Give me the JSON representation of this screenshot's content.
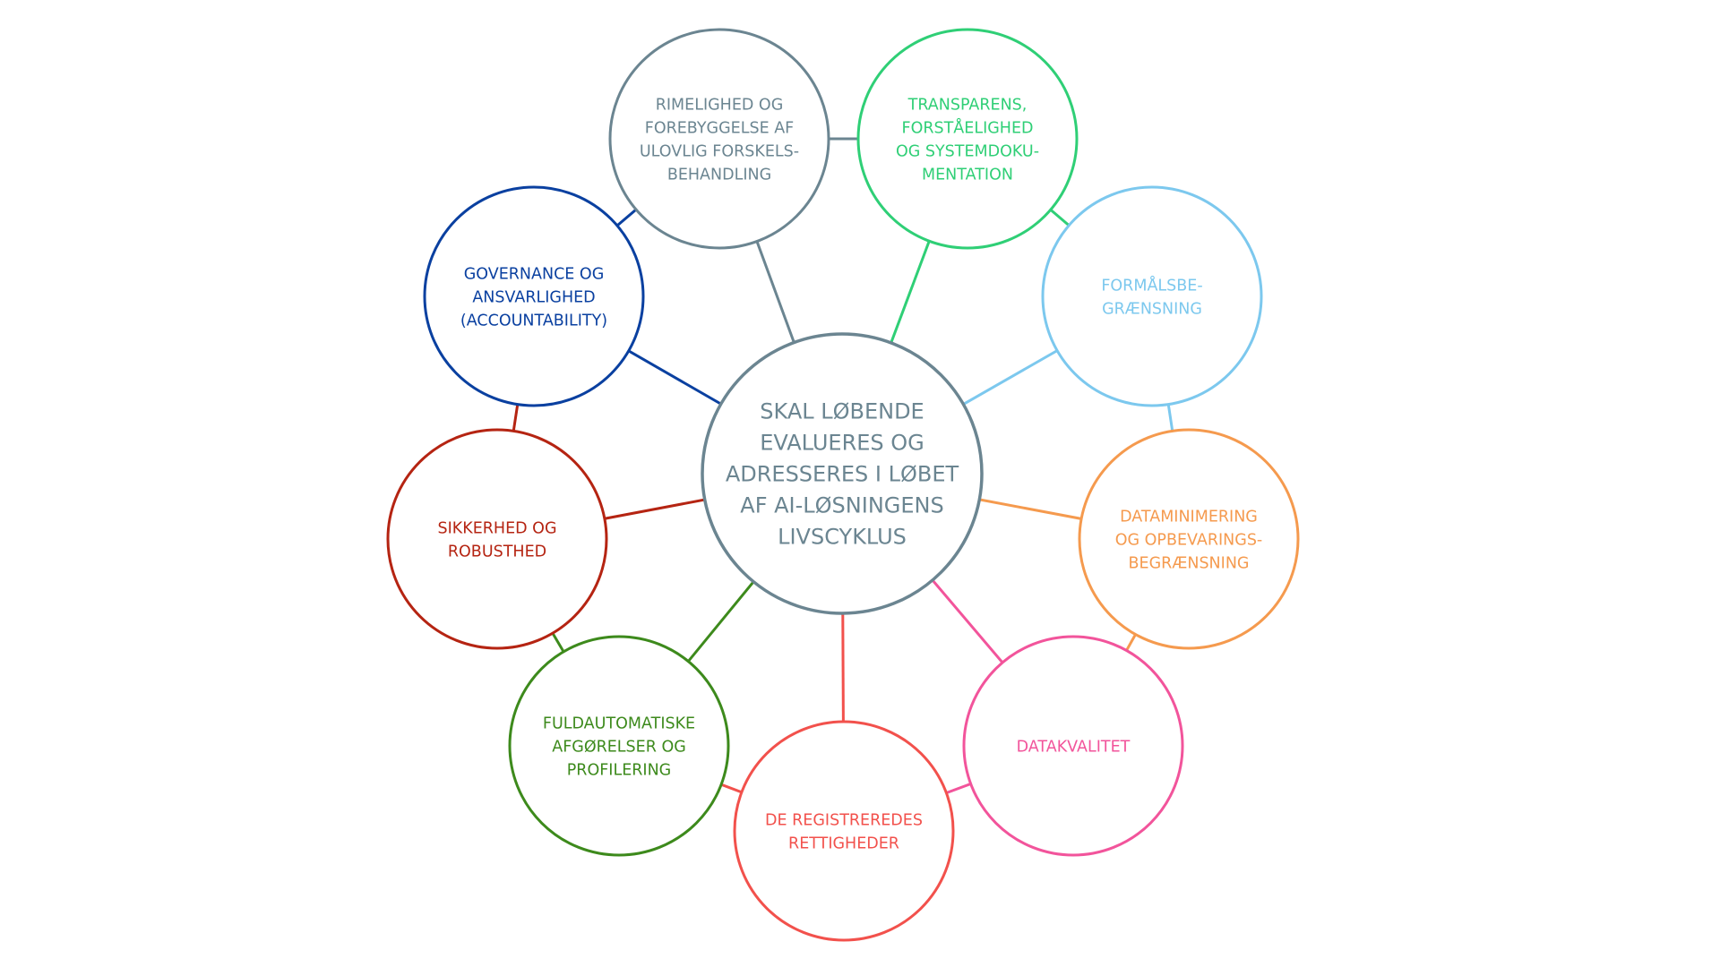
{
  "center": {
    "lines": [
      "SKAL LØBENDE",
      "EVALUERES OG",
      "ADRESSERES I LØBET",
      "AF AI-LØSNINGENS",
      "LIVSCYKLUS"
    ],
    "color": "#6b8591"
  },
  "nodes": [
    {
      "id": "rimelighed",
      "lines": [
        "RIMELIGHED OG",
        "FOREBYGGELSE AF",
        "ULOVLIG FORSKELS-",
        "BEHANDLING"
      ],
      "color": "#6b8591"
    },
    {
      "id": "transparens",
      "lines": [
        "TRANSPARENS,",
        "FORSTÅELIGHED",
        "OG SYSTEMDOKU-",
        "MENTATION"
      ],
      "color": "#2fcf76"
    },
    {
      "id": "formaal",
      "lines": [
        "FORMÅLSBE-",
        "GRÆNSNING"
      ],
      "color": "#7cc8ee"
    },
    {
      "id": "dataminimering",
      "lines": [
        "DATAMINIMERING",
        "OG OPBEVARINGS-",
        "BEGRÆNSNING"
      ],
      "color": "#f59a4e"
    },
    {
      "id": "datakvalitet",
      "lines": [
        "DATAKVALITET"
      ],
      "color": "#f2549b"
    },
    {
      "id": "registreredes",
      "lines": [
        "DE REGISTREREDES",
        "RETTIGHEDER"
      ],
      "color": "#f2514c"
    },
    {
      "id": "fuldautomatiske",
      "lines": [
        "FULDAUTOMATISKE",
        "AFGØRELSER OG",
        "PROFILERING"
      ],
      "color": "#3d8a1c"
    },
    {
      "id": "sikkerhed",
      "lines": [
        "SIKKERHED OG",
        "ROBUSTHED"
      ],
      "color": "#b52412"
    },
    {
      "id": "governance",
      "lines": [
        "GOVERNANCE OG",
        "ANSVARLIGHED",
        "(ACCOUNTABILITY)"
      ],
      "color": "#0a40a0"
    }
  ]
}
